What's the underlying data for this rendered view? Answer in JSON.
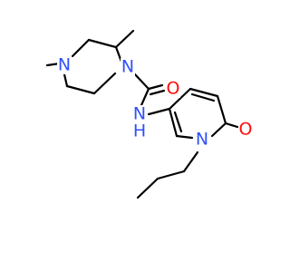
{
  "colors": {
    "background": "#ffffff",
    "bond": "#000000",
    "nitrogen": "#3050F8",
    "oxygen": "#FF0D0D"
  },
  "atoms": [
    {
      "id": "N4",
      "text": "N",
      "color": "nitrogen"
    },
    {
      "id": "N1",
      "text": "N",
      "color": "nitrogen"
    },
    {
      "id": "O_amide",
      "text": "O",
      "color": "oxygen"
    },
    {
      "id": "NH",
      "text": "N",
      "color": "nitrogen"
    },
    {
      "id": "H",
      "text": "H",
      "color": "nitrogen"
    },
    {
      "id": "N_ring",
      "text": "N",
      "color": "nitrogen"
    },
    {
      "id": "O_ketone",
      "text": "O",
      "color": "oxygen"
    }
  ]
}
